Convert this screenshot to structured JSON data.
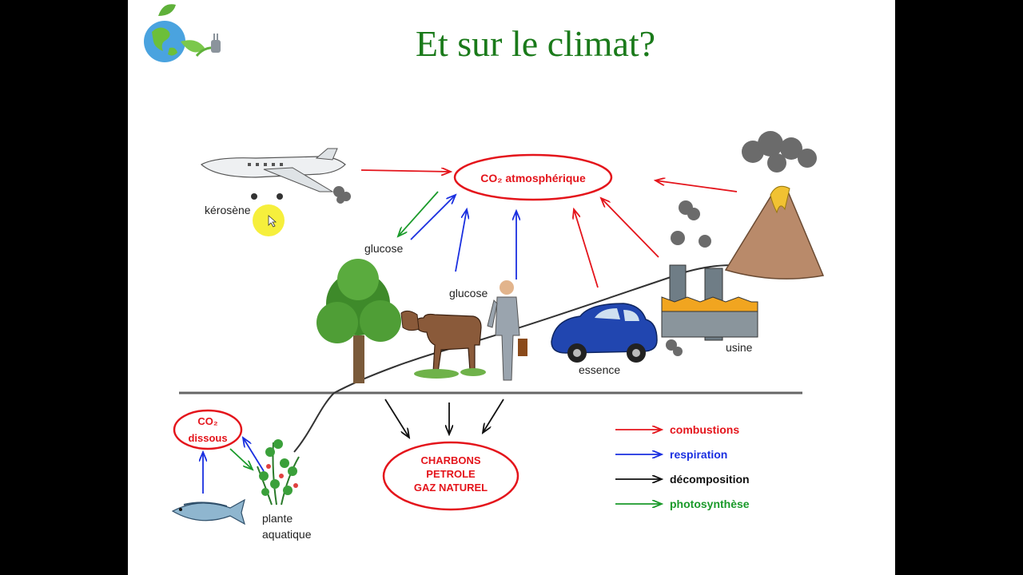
{
  "slide": {
    "title": "Et sur le climat?",
    "logo_icon": "globe-leaf-plug-icon"
  },
  "diagram": {
    "nodes": {
      "co2_atmo": "CO₂ atmosphérique",
      "co2_dissous_1": "CO₂",
      "co2_dissous_2": "dissous",
      "fossils_1": "CHARBONS",
      "fossils_2": "PETROLE",
      "fossils_3": "GAZ NATUREL"
    },
    "labels": {
      "kerosene": "kérosène",
      "glucose_tree": "glucose",
      "glucose_cow": "glucose",
      "essence": "essence",
      "usine": "usine",
      "plante_1": "plante",
      "plante_2": "aquatique"
    },
    "legend": [
      {
        "label": "combustions",
        "color": "#e4141b"
      },
      {
        "label": "respiration",
        "color": "#1a2fe0"
      },
      {
        "label": "décomposition",
        "color": "#111111"
      },
      {
        "label": "photosynthèse",
        "color": "#1a9a2a"
      }
    ],
    "icons": [
      "airplane-icon",
      "tree-icon",
      "cow-icon",
      "businessman-icon",
      "car-icon",
      "factory-icon",
      "volcano-icon",
      "smoke-cloud-icon",
      "fish-icon",
      "aquatic-plant-icon",
      "cursor-highlight-icon"
    ]
  }
}
